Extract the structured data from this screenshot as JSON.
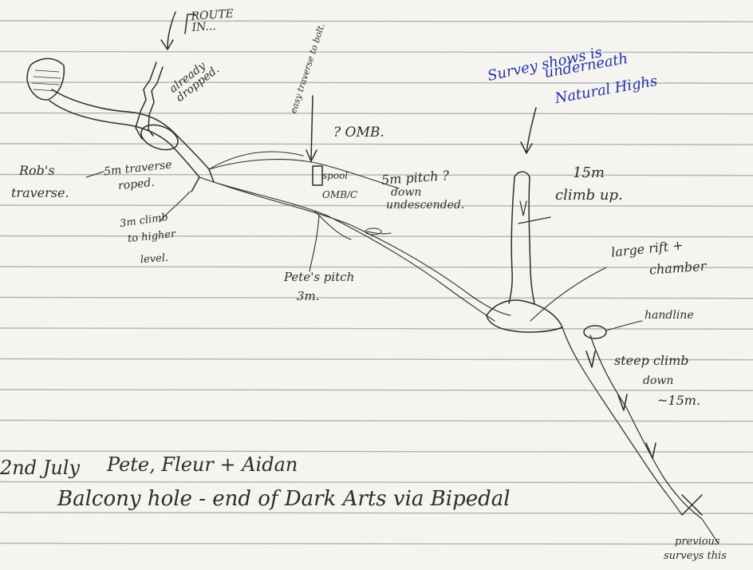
{
  "ink_color": "#2d2d2d",
  "blue_ink_color": "#2233a8",
  "line_color": "#a9b4c2",
  "paper_color": "#f6f4ee",
  "notes": {
    "route_in": "ROUTE IN...",
    "already_dropped": "already dropped.",
    "easy_traverse": "easy traverse to bolt.",
    "omb_top": "? OMB.",
    "survey_note_line1": "Survey shows is",
    "survey_note_line2": "underneath",
    "survey_note_line3": "Natural Highs",
    "robs_traverse_line1": "Rob's",
    "robs_traverse_line2": "traverse.",
    "five_m_traverse_line1": "5m traverse",
    "five_m_traverse_line2": "roped.",
    "spool": "spool",
    "omb_c": "OMB/C",
    "five_m_pitch_line1": "5m pitch ?",
    "five_m_pitch_line2": "down",
    "five_m_pitch_line3": "undescended.",
    "fifteen_m": "15m",
    "climb_up": "climb up.",
    "three_m_climb_line1": "3m climb",
    "three_m_climb_line2": "to higher",
    "three_m_climb_line3": "level.",
    "petes_pitch_line1": "Pete's pitch",
    "petes_pitch_line2": "3m.",
    "large_rift_line1": "large rift +",
    "large_rift_line2": "chamber",
    "hand_line": "handline",
    "steep_climb_line1": "steep climb",
    "steep_climb_line2": "down",
    "steep_climb_line3": "~15m.",
    "date": "2nd July",
    "people": "Pete, Fleur + Aidan",
    "title": "Balcony hole - end of Dark Arts via Bipedal",
    "previous_survey_line1": "previous",
    "previous_survey_line2": "surveys this"
  }
}
